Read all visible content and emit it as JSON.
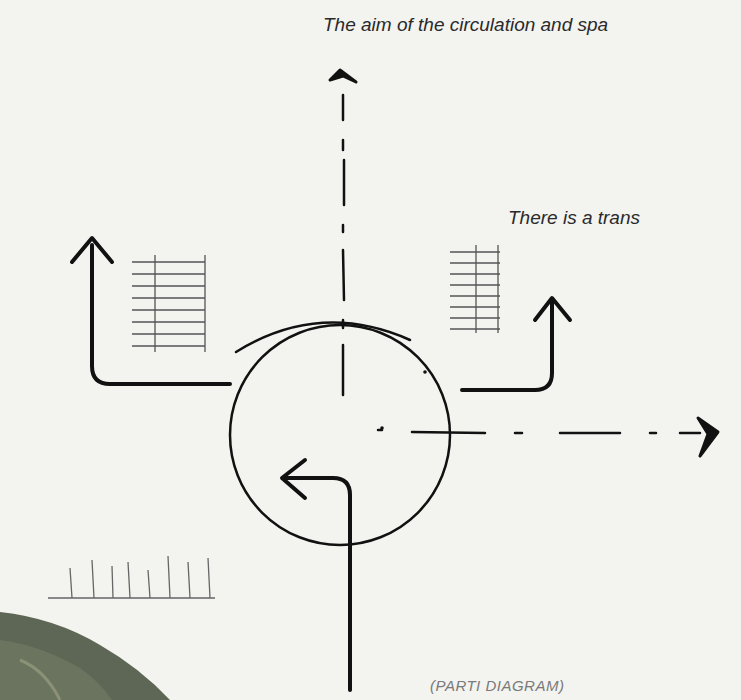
{
  "diagram": {
    "labels": [
      "The aim of the circulation and spa",
      "There is a trans",
      "(PARTI DIAGRAM)"
    ]
  }
}
